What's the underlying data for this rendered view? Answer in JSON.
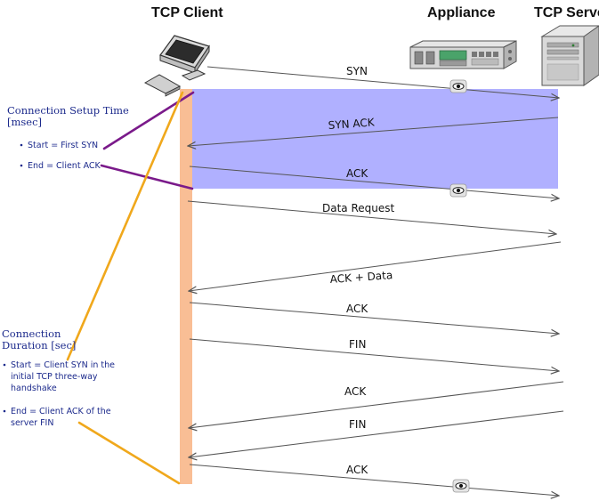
{
  "participants": {
    "client": "TCP Client",
    "appliance": "Appliance",
    "server": "TCP Server"
  },
  "messages": [
    {
      "label": "SYN",
      "direction": "to-server",
      "observed": true
    },
    {
      "label": "SYN ACK",
      "direction": "to-client",
      "observed": false
    },
    {
      "label": "ACK",
      "direction": "to-server",
      "observed": true
    },
    {
      "label": "Data Request",
      "direction": "to-server",
      "observed": false
    },
    {
      "label": "ACK + Data",
      "direction": "to-client",
      "observed": false
    },
    {
      "label": "ACK",
      "direction": "to-server",
      "observed": false
    },
    {
      "label": "FIN",
      "direction": "to-server",
      "observed": false
    },
    {
      "label": "ACK",
      "direction": "to-client",
      "observed": false
    },
    {
      "label": "FIN",
      "direction": "to-client",
      "observed": false
    },
    {
      "label": "ACK",
      "direction": "to-server",
      "observed": true
    }
  ],
  "setup_time": {
    "title_line1": "Connection Setup Time",
    "title_line2": "[msec]",
    "start": "Start = First SYN",
    "end": "End = Client ACK"
  },
  "duration": {
    "title_line1": "Connection",
    "title_line2": "Duration [sec]",
    "start_line1": "Start = Client SYN in the",
    "start_line2": "initial TCP three-way",
    "start_line3": "handshake",
    "end_line1": "End = Client ACK of the",
    "end_line2": "server FIN"
  },
  "colors": {
    "setup_region": "#b0b0ff",
    "duration_bar": "#f9be95",
    "setup_connector": "#7a1a8a",
    "duration_connector": "#f0a81c",
    "annotation_text": "#1c2a8c",
    "arrow": "#555555"
  }
}
